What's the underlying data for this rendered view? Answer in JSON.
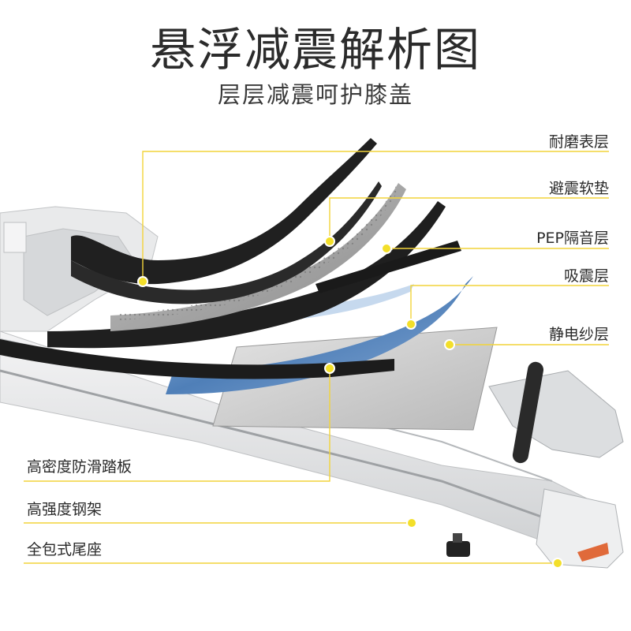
{
  "title": "悬浮减震解析图",
  "subtitle": "层层减震呵护膝盖",
  "labels": {
    "wear_layer": "耐磨表层",
    "shock_pad": "避震软垫",
    "pep_layer": "PEP隔音层",
    "absorb_layer": "吸震层",
    "static_layer": "静电纱层",
    "deck": "高密度防滑踏板",
    "frame": "高强度钢架",
    "tail": "全包式尾座"
  },
  "colors": {
    "callout": "#f2d43a",
    "dot": "#f3df2a",
    "black_layer": "#1e1e1e",
    "grey_layer": "#9a9a9a",
    "blue_layer": "#5f8fc4",
    "frame": "#e8e9ea"
  }
}
